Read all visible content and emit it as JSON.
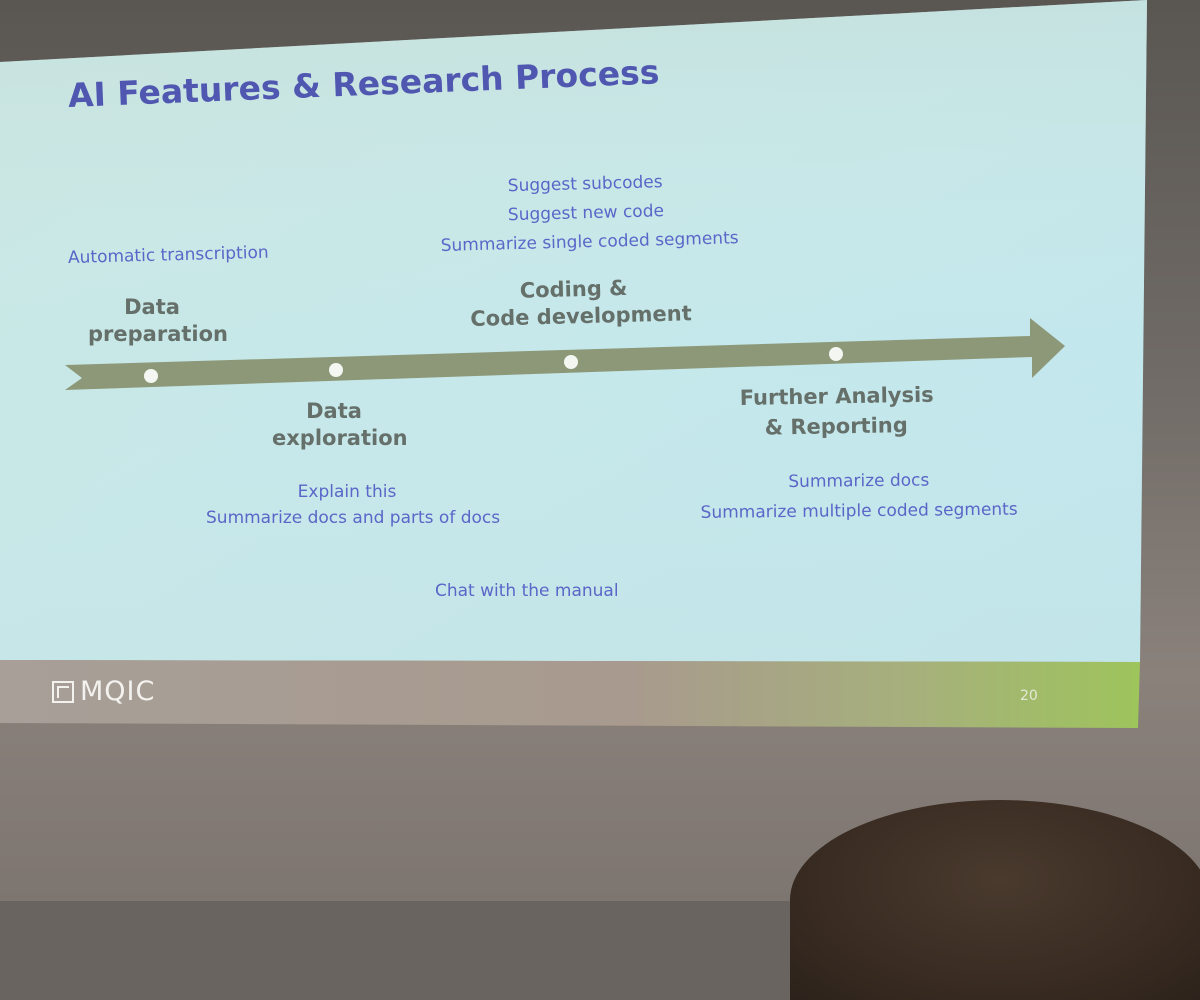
{
  "slide": {
    "title": "AI Features & Research Process",
    "page_number": "20",
    "logo_text": "MQIC",
    "colors": {
      "title": "#4f57b0",
      "feature_text": "#5a66c8",
      "stage_text": "#66706a",
      "arrow": "#8c9878",
      "footer_left": "#a19890",
      "footer_right": "#9cc060"
    }
  },
  "stages": [
    {
      "id": "data-preparation",
      "line1": "Data",
      "line2": "preparation"
    },
    {
      "id": "data-exploration",
      "line1": "Data",
      "line2": "exploration"
    },
    {
      "id": "coding",
      "line1": "Coding &",
      "line2": "Code development"
    },
    {
      "id": "further-analysis",
      "line1": "Further Analysis",
      "line2": "& Reporting"
    }
  ],
  "features": {
    "preparation": [
      "Automatic  transcription"
    ],
    "coding": [
      "Suggest subcodes",
      "Suggest new code",
      "Summarize single coded segments"
    ],
    "exploration": [
      "Explain this",
      "Summarize docs and parts of docs"
    ],
    "analysis": [
      "Summarize docs",
      "Summarize multiple coded segments"
    ],
    "general": [
      "Chat with the manual"
    ]
  }
}
